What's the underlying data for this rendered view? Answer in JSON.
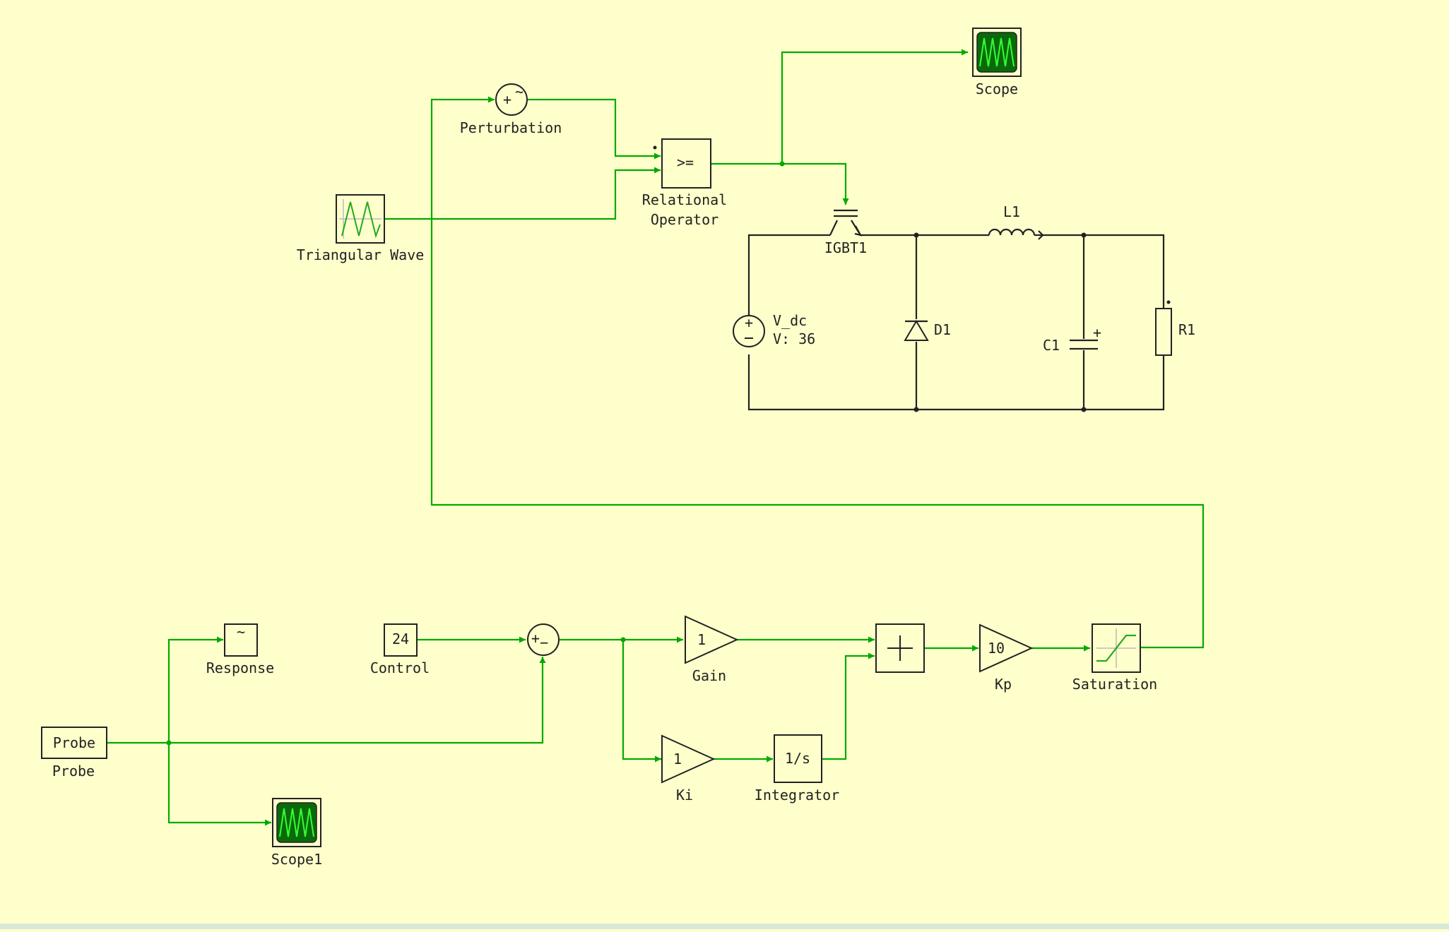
{
  "colors": {
    "background": "#ffffcc",
    "signal": "#00aa00",
    "wire": "#222222",
    "scope_screen": "#0a6a0a"
  },
  "blocks": {
    "scope": {
      "label": "Scope"
    },
    "perturbation": {
      "label": "Perturbation",
      "symbol": "~",
      "sign": "+"
    },
    "relational_operator": {
      "label_line1": "Relational",
      "label_line2": "Operator",
      "symbol": ">="
    },
    "triangular_wave": {
      "label": "Triangular Wave"
    },
    "igbt": {
      "label": "IGBT1"
    },
    "inductor": {
      "label": "L1"
    },
    "vdc": {
      "label": "V_dc",
      "param": "V: 36"
    },
    "diode": {
      "label": "D1"
    },
    "capacitor": {
      "label": "C1",
      "polarity": "+"
    },
    "resistor": {
      "label": "R1"
    },
    "response": {
      "label": "Response",
      "symbol": "~"
    },
    "control": {
      "label": "Control",
      "value": "24"
    },
    "sum_error": {
      "sign_plus": "+",
      "sign_minus": "−"
    },
    "gain": {
      "label": "Gain",
      "value": "1"
    },
    "ki": {
      "label": "Ki",
      "value": "1"
    },
    "integrator": {
      "label": "Integrator",
      "symbol": "1/s"
    },
    "sum_pi": {
      "symbol": "+"
    },
    "kp": {
      "label": "Kp",
      "value": "10"
    },
    "saturation": {
      "label": "Saturation"
    },
    "probe": {
      "label": "Probe",
      "inner": "Probe"
    },
    "scope1": {
      "label": "Scope1"
    }
  }
}
